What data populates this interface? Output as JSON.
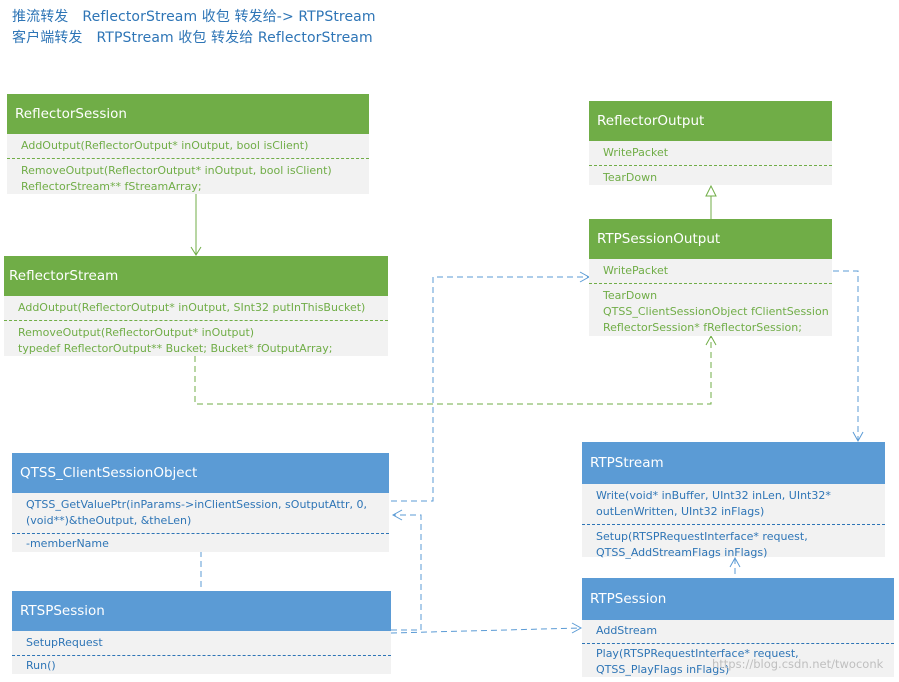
{
  "notes": {
    "line1": {
      "lead": "推流转发",
      "text": "ReflectorStream 收包 转发给-> RTPStream"
    },
    "line2": {
      "lead": "客户端转发",
      "text": "RTPStream 收包 转发给 ReflectorStream"
    }
  },
  "classes": {
    "reflector_session": {
      "title": "ReflectorSession",
      "sec1": [
        "AddOutput(ReflectorOutput* inOutput, bool isClient)"
      ],
      "sec2": [
        "RemoveOutput(ReflectorOutput* inOutput, bool isClient)",
        "ReflectorStream**    fStreamArray;"
      ]
    },
    "reflector_stream": {
      "title": "ReflectorStream",
      "sec1": [
        "AddOutput(ReflectorOutput* inOutput, SInt32 putInThisBucket)"
      ],
      "sec2": [
        "RemoveOutput(ReflectorOutput* inOutput)",
        "typedef ReflectorOutput** Bucket; Bucket*      fOutputArray;"
      ]
    },
    "reflector_output": {
      "title": "ReflectorOutput",
      "sec1": [
        "WritePacket"
      ],
      "sec2": [
        "TearDown"
      ]
    },
    "rtp_session_output": {
      "title": "RTPSessionOutput",
      "sec1": [
        "WritePacket"
      ],
      "sec2": [
        "TearDown",
        "QTSS_ClientSessionObject fClientSession",
        "ReflectorSession*         fReflectorSession;"
      ]
    },
    "qtss_client_session_object": {
      "title": "QTSS_ClientSessionObject",
      "sec1": [
        "QTSS_GetValuePtr(inParams->inClientSession, sOutputAttr, 0, (void**)&theOutput, &theLen)"
      ],
      "sec2": [
        "-memberName"
      ]
    },
    "rtsp_session": {
      "title": "RTSPSession",
      "sec1": [
        "SetupRequest"
      ],
      "sec2": [
        "Run()"
      ]
    },
    "rtp_stream": {
      "title": "RTPStream",
      "sec1": [
        "Write(void* inBuffer, UInt32 inLen, UInt32* outLenWritten, UInt32 inFlags)"
      ],
      "sec2": [
        "Setup(RTSPRequestInterface* request, QTSS_AddStreamFlags inFlags)"
      ]
    },
    "rtp_session": {
      "title": "RTPSession",
      "sec1": [
        "AddStream"
      ],
      "sec2": [
        "Play(RTSPRequestInterface* request, QTSS_PlayFlags inFlags)"
      ]
    }
  },
  "watermark": "https://blog.csdn.net/twoconk",
  "colors": {
    "green": "#70ad47",
    "blue": "#5b9bd5",
    "text_blue": "#2e75b6",
    "body": "#f2f2f2"
  }
}
